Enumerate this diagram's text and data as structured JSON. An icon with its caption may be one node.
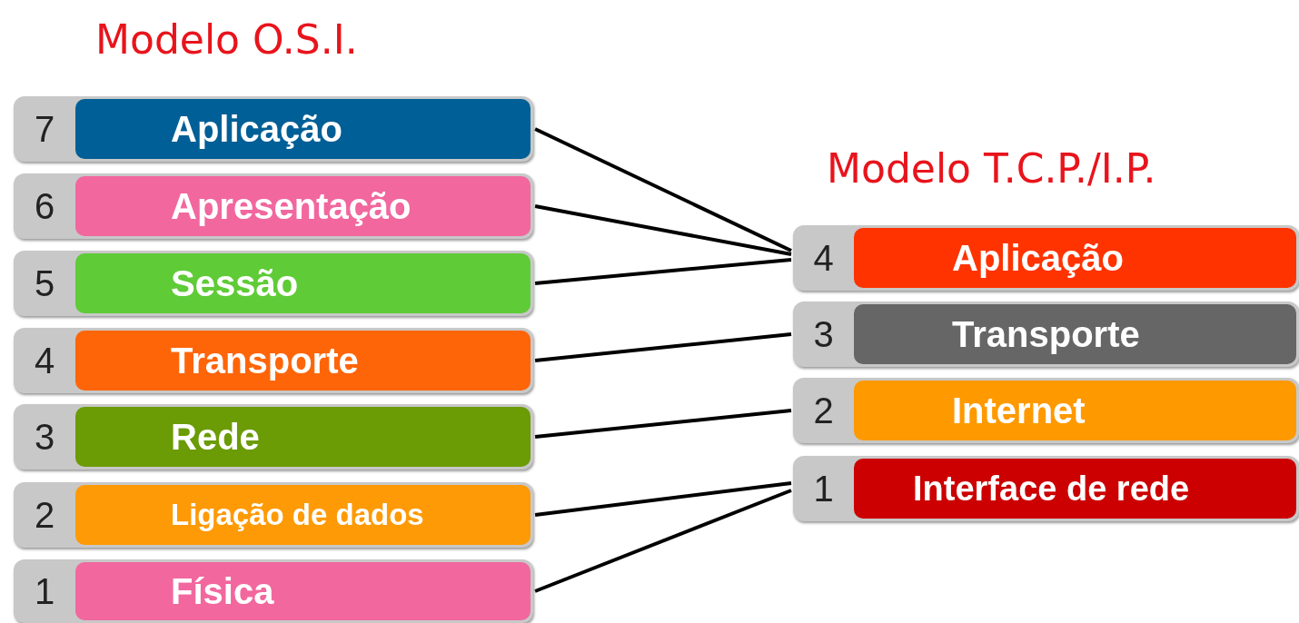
{
  "diagram": {
    "nodes": [
      {
        "text": [
          "7",
          "Aplicação"
        ]
      },
      {
        "text": [
          "6",
          "Apresentação"
        ]
      },
      {
        "text": [
          "5",
          "Sessão"
        ]
      },
      {
        "text": [
          "4",
          "Transporte"
        ]
      },
      {
        "text": [
          "3",
          "Rede"
        ]
      },
      {
        "text": [
          "2",
          "Ligação de dados"
        ]
      },
      {
        "text": [
          "1",
          "Física"
        ]
      },
      {
        "text": [
          "4",
          "Aplicação"
        ]
      },
      {
        "text": [
          "3",
          "Transporte"
        ]
      },
      {
        "text": [
          "2",
          "Internet"
        ]
      },
      {
        "text": [
          "1",
          "Interface de rede"
        ]
      }
    ],
    "edges": [
      {
        "from": 0,
        "to": 7,
        "arrow": "none"
      },
      {
        "from": 1,
        "to": 7,
        "arrow": "none"
      },
      {
        "from": 2,
        "to": 7,
        "arrow": "none"
      },
      {
        "from": 3,
        "to": 8,
        "arrow": "none"
      },
      {
        "from": 4,
        "to": 9,
        "arrow": "none"
      },
      {
        "from": 5,
        "to": 10,
        "arrow": "none"
      },
      {
        "from": 6,
        "to": 10,
        "arrow": "none"
      }
    ],
    "labels": [
      "Modelo O.S.I.",
      "Modelo T.C.P./I.P."
    ]
  }
}
